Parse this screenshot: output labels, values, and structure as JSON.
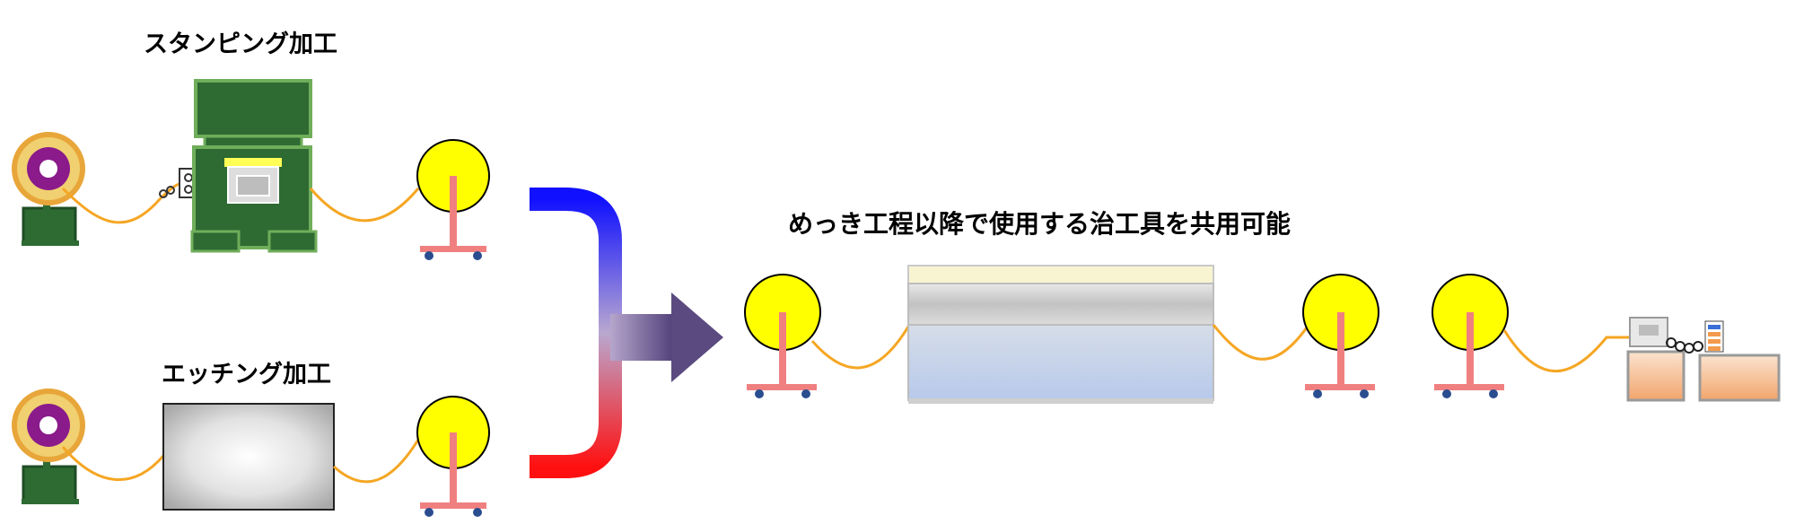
{
  "labels": {
    "stamping": "スタンピング加工",
    "etching": "エッチング加工",
    "shared_tooling": "めっき工程以降で使用する治工具を共用可能"
  },
  "colors": {
    "reel_yellow": "#ffff00",
    "reel_stand": "#f08080",
    "caster": "#2a4d8f",
    "strip_wire": "#f5a623",
    "press_green": "#2e6b33",
    "press_dark": "#1f4d24",
    "arrow_top": "#0000ff",
    "arrow_bottom": "#ff0000",
    "arrow_head": "#5a4a80",
    "uncoiler_ring": "#e5a93b",
    "uncoiler_core": "#8b1a8b"
  }
}
